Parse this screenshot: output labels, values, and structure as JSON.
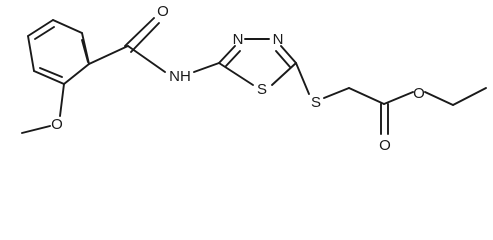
{
  "labels": {
    "carbonyl_o_amide": "O",
    "amide_nh": "NH",
    "methoxy_o": "O",
    "ring_n1": "N",
    "ring_n2": "N",
    "ring_s": "S",
    "thioether_s": "S",
    "carbonyl_o_ester": "O",
    "ester_o": "O"
  }
}
